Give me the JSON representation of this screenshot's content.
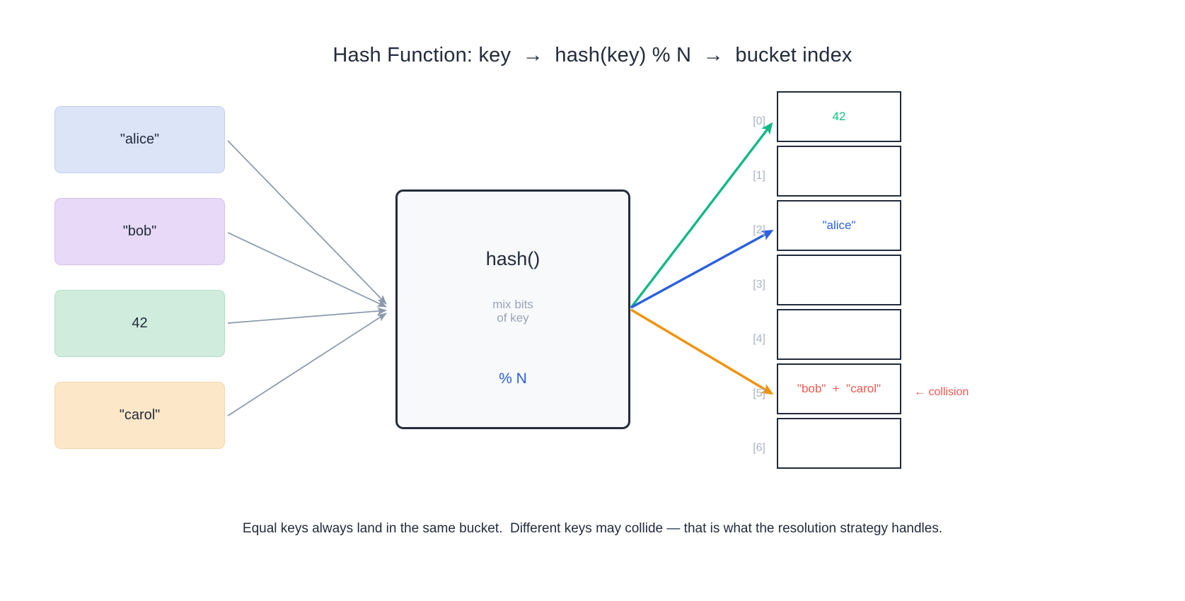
{
  "title": "Hash Function: key  →  hash(key) % N  →  bucket index",
  "footer": "Equal keys always land in the same bucket.  Different keys may collide — that is what the resolution strategy handles.",
  "keys": [
    {
      "label": "\"alice\"",
      "fill": "#dce4f8",
      "border": "#c2cff1"
    },
    {
      "label": "\"bob\"",
      "fill": "#e7d9f7",
      "border": "#d4c0ee"
    },
    {
      "label": "42",
      "fill": "#cfecdc",
      "border": "#b4e0c8"
    },
    {
      "label": "\"carol\"",
      "fill": "#fce7c8",
      "border": "#f7d6a6"
    }
  ],
  "hash_box": {
    "title": "hash()",
    "subtitle": "mix bits\nof key",
    "mod": "% N",
    "border_color": "#222b3d",
    "fill_color": "#f7f9fb",
    "mod_color": "#2a5fe0",
    "subtitle_color": "#9aa4b8"
  },
  "buckets": [
    {
      "index": "[0]",
      "value": "42",
      "value_color": "#0ec47e"
    },
    {
      "index": "[1]",
      "value": "",
      "value_color": ""
    },
    {
      "index": "[2]",
      "value": "\"alice\"",
      "value_color": "#2a5fe0"
    },
    {
      "index": "[3]",
      "value": "",
      "value_color": ""
    },
    {
      "index": "[4]",
      "value": "",
      "value_color": ""
    },
    {
      "index": "[5]",
      "value": "\"bob\"  +  \"carol\"",
      "value_color": "#f4564f"
    },
    {
      "index": "[6]",
      "value": "",
      "value_color": ""
    }
  ],
  "collision_note": "← collision",
  "collision_color": "#f4564f",
  "arrow_colors": {
    "input": "#8a97ad",
    "to_bucket_0": "#12b886",
    "to_bucket_2": "#2a5fe0",
    "to_bucket_5": "#f0920a"
  }
}
